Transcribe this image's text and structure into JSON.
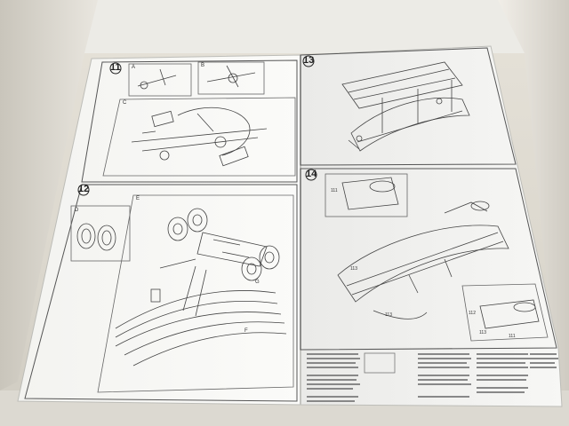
{
  "steps": [
    {
      "number": "11"
    },
    {
      "number": "12"
    },
    {
      "number": "13"
    },
    {
      "number": "14"
    }
  ],
  "panel_labels": {
    "s11_a": "A",
    "s11_b": "B",
    "s11_c": "C",
    "s12_d": "D",
    "s12_e": "E",
    "s12_f": "F",
    "s12_g": "G"
  },
  "part_numbers": {
    "p1": "111",
    "p2": "113",
    "p3": "113",
    "p4": "112",
    "p5": "113",
    "p6": "111"
  }
}
